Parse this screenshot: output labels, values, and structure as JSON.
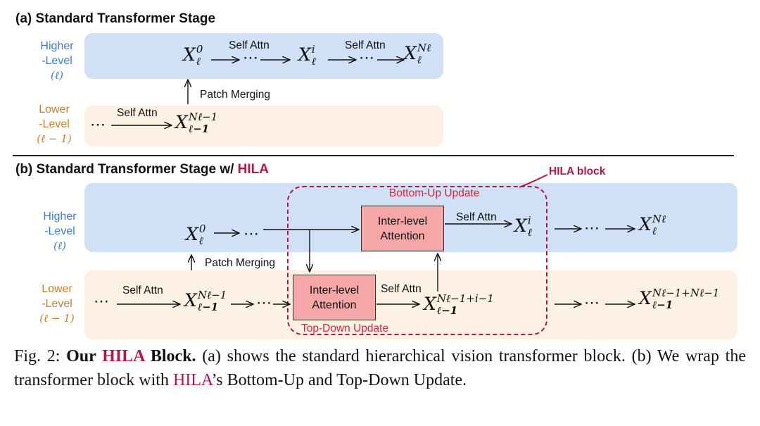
{
  "panel_a": {
    "title": "(a) Standard Transformer Stage",
    "higher_level": {
      "line1": "Higher",
      "line2": "-Level",
      "line3": "(ℓ)"
    },
    "lower_level": {
      "line1": "Lower",
      "line2": "-Level",
      "line3": "(ℓ − 1)"
    },
    "x0": {
      "base": "X",
      "sup": "0",
      "sub": "ℓ"
    },
    "xi": {
      "base": "X",
      "sup": "i",
      "sub": "ℓ"
    },
    "xn": {
      "base": "X",
      "sup": "Nℓ",
      "sub": "ℓ"
    },
    "xlow": {
      "base": "X",
      "sup": "Nℓ−1",
      "sub": "ℓ−1"
    },
    "self_attn_1": "Self Attn",
    "self_attn_2": "Self Attn",
    "self_attn_low": "Self Attn",
    "patch_merging": "Patch Merging",
    "dots": "⋯"
  },
  "panel_b": {
    "title_prefix": "(b) Standard Transformer Stage w/ ",
    "title_hila": "HILA",
    "hila_block": "HILA block",
    "bottom_up": "Bottom-Up Update",
    "top_down": "Top-Down Update",
    "higher_level": {
      "line1": "Higher",
      "line2": "-Level",
      "line3": "(ℓ)"
    },
    "lower_level": {
      "line1": "Lower",
      "line2": "-Level",
      "line3": "(ℓ − 1)"
    },
    "inter_level_top": {
      "line1": "Inter-level",
      "line2": "Attention"
    },
    "inter_level_bottom": {
      "line1": "Inter-level",
      "line2": "Attention"
    },
    "self_attn_top": "Self Attn",
    "self_attn_bottom": "Self Attn",
    "self_attn_low": "Self Attn",
    "patch_merging": "Patch Merging",
    "x0": {
      "base": "X",
      "sup": "0",
      "sub": "ℓ"
    },
    "xi": {
      "base": "X",
      "sup": "i",
      "sub": "ℓ"
    },
    "xn": {
      "base": "X",
      "sup": "Nℓ",
      "sub": "ℓ"
    },
    "xlow": {
      "base": "X",
      "sup": "Nℓ−1",
      "sub": "ℓ−1"
    },
    "xlow_mid": {
      "base": "X",
      "sup": "Nℓ−1+i−1",
      "sub": "ℓ−1"
    },
    "xlow_end": {
      "base": "X",
      "sup": "Nℓ−1+Nℓ−1",
      "sub": "ℓ−1"
    },
    "dots": "⋯"
  },
  "caption": {
    "prefix": "Fig. 2: ",
    "bold1": "Our ",
    "hila": "HILA",
    "bold2": " Block.",
    "text1": " (a) shows the standard hierarchical vision transformer block. (b) We wrap the transformer block with ",
    "hila2": "HILA",
    "text2": "’s Bottom-Up and Top-Down Update."
  },
  "colors": {
    "higher_band": "#cfe0f7",
    "lower_band": "#fdf1e3",
    "hila_accent": "#b5174a",
    "update_label": "#d0263c",
    "inter_level_box": "#f5a7a7"
  }
}
